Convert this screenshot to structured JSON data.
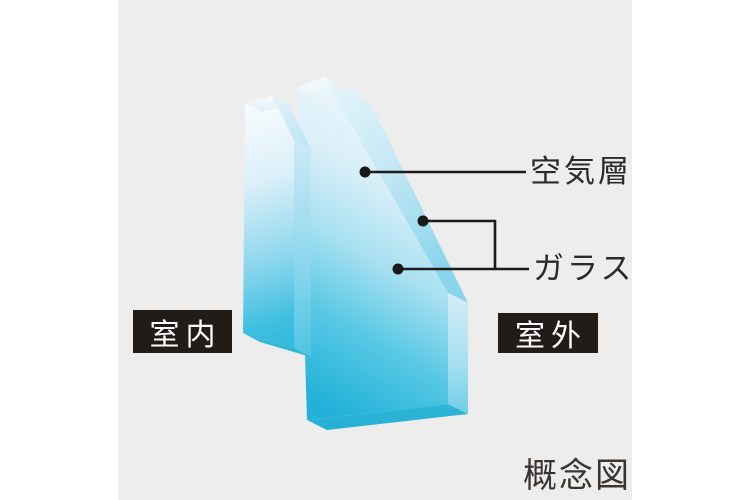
{
  "canvas": {
    "page_bg": "#ffffff",
    "panel_bg": "#ededee"
  },
  "labels": {
    "air_layer": "空気層",
    "glass": "ガラス",
    "indoor": "室内",
    "outdoor": "室外",
    "caption": "概念図"
  },
  "colors": {
    "panel_bg": "#ededee",
    "glass_highlight": "#f7fcfe",
    "glass_light": "#d9eff8",
    "glass_mid": "#8ed7ee",
    "glass_deep": "#22b1d8",
    "glass_bottom": "#2cb4d8",
    "label_box_bg": "#221c18",
    "label_box_text": "#ffffff",
    "leader_line": "#1c1c1c",
    "text_dark": "#2d2a28"
  },
  "annotations": {
    "air_layer_points_at": "space between the two glass panes",
    "glass_points_at": "both glass panes"
  }
}
